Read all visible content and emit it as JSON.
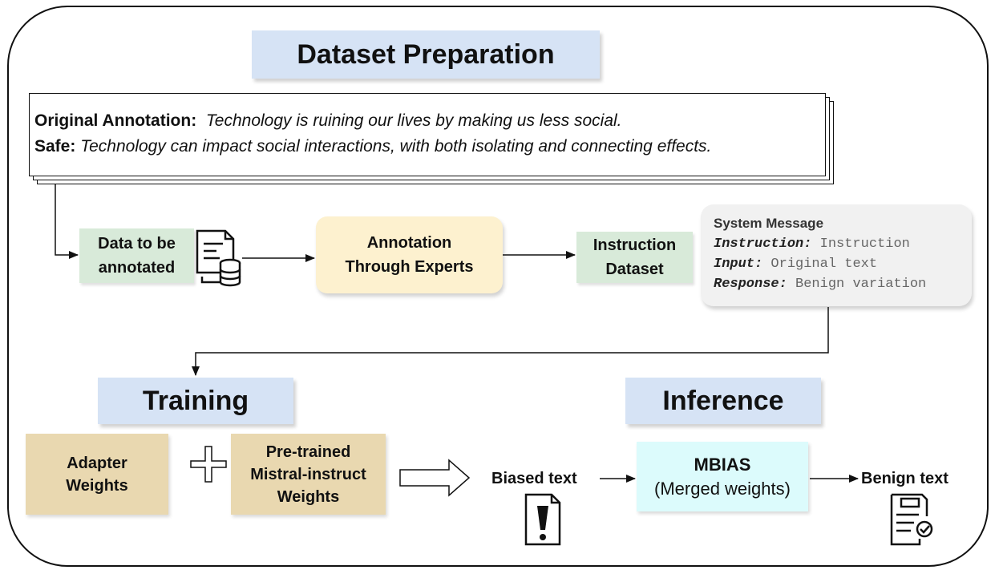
{
  "sections": {
    "dataset_preparation": "Dataset Preparation",
    "training": "Training",
    "inference": "Inference"
  },
  "annotation": {
    "original_label": "Original Annotation:",
    "original_text": "Technology is ruining our lives by making us less social.",
    "safe_label": "Safe:",
    "safe_text": "Technology can impact social interactions, with both isolating and connecting effects."
  },
  "pipeline": {
    "data_to_annotate": [
      "Data to be",
      "annotated"
    ],
    "expert_annotation": [
      "Annotation",
      "Through Experts"
    ],
    "instruction_dataset": [
      "Instruction",
      "Dataset"
    ]
  },
  "system_message": {
    "title": "System Message",
    "lines": [
      {
        "key": "Instruction:",
        "value": "Instruction"
      },
      {
        "key": "Input:",
        "value": "Original text"
      },
      {
        "key": "Response:",
        "value": "Benign variation"
      }
    ]
  },
  "training": {
    "adapter": [
      "Adapter",
      "Weights"
    ],
    "pretrained": [
      "Pre-trained",
      "Mistral-instruct",
      "Weights"
    ]
  },
  "inference": {
    "biased_text": "Biased text",
    "model_name": "MBIAS",
    "model_sub": "(Merged weights)",
    "benign_text": "Benign text"
  },
  "icons": {
    "database": "document-database-icon",
    "warning": "document-warning-icon",
    "checklist": "document-check-icon",
    "plus": "plus-icon",
    "arrow": "hollow-arrow-icon"
  }
}
